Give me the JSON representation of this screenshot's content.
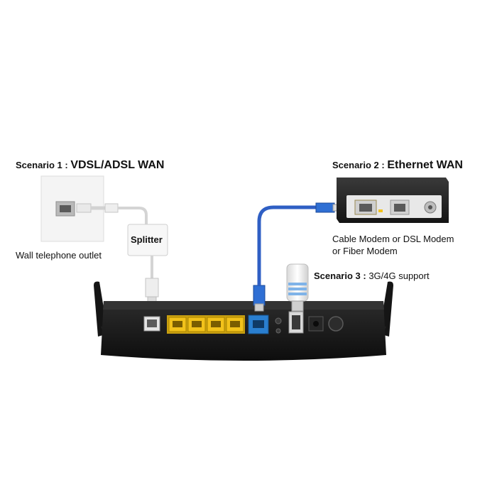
{
  "scenario1": {
    "prefix": "Scenario 1 : ",
    "title": "VDSL/ADSL WAN"
  },
  "scenario2": {
    "prefix": "Scenario 2 : ",
    "title": "Ethernet WAN"
  },
  "scenario3": {
    "prefix": "Scenario 3 : ",
    "title": "3G/4G support"
  },
  "wall_outlet_label": "Wall telephone outlet",
  "splitter_label": "Splitter",
  "modem_label_line1": "Cable Modem or DSL Modem",
  "modem_label_line2": "or Fiber Modem",
  "colors": {
    "lan_port": "#f2c21b",
    "wan_port": "#2a7fd0",
    "wan_cable": "#2f5fc4",
    "router_body": "#1c1c1c",
    "modem_body": "#1a1a1a"
  }
}
